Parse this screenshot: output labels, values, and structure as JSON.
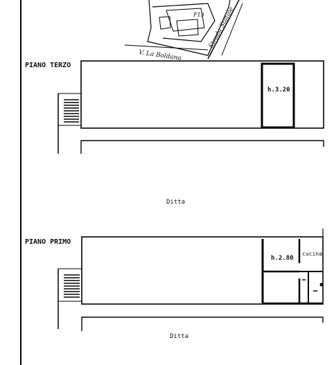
{
  "map": {
    "street_left": "V. La Boldana",
    "street_right": "Strada Statale",
    "parcel_label": "F13"
  },
  "floors": [
    {
      "title": "PIANO TERZO",
      "room_height": "h.3.20",
      "caption": "Ditta"
    },
    {
      "title": "PIANO PRIMO",
      "room_height": "h.2.80",
      "room_name": "cucina",
      "caption": "Ditta"
    }
  ]
}
